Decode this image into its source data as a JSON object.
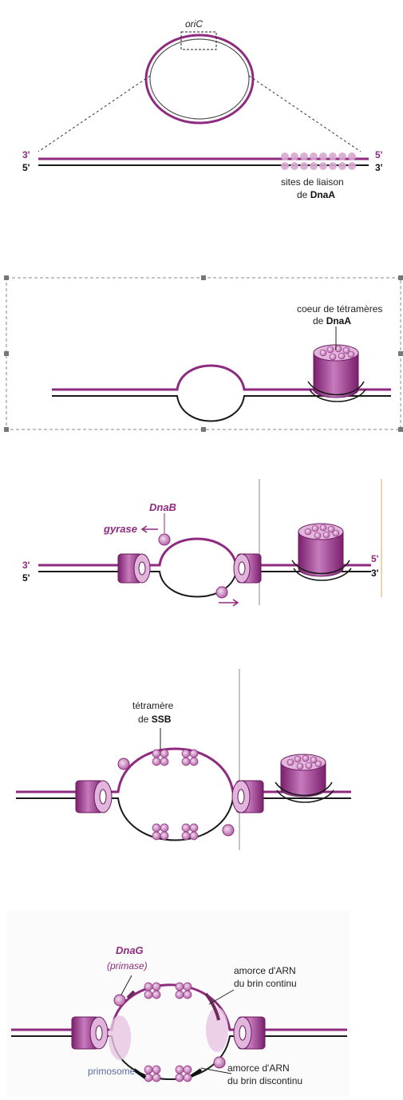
{
  "colors": {
    "purple": "#8e2a7f",
    "purple_light": "#d9a7d1",
    "dark": "#1a1a1a",
    "frame": "#888888"
  },
  "panel1": {
    "origin_label": "oriC",
    "left_top": "3'",
    "left_bottom": "5'",
    "right_top": "5'",
    "right_bottom": "3'",
    "sites_line1": "sites de liaison",
    "sites_line2_prefix": "de ",
    "sites_line2_bold": "DnaA"
  },
  "panel2": {
    "core_line1": "coeur de tétramères",
    "core_line2_prefix": "de ",
    "core_line2_bold": "DnaA"
  },
  "panel3": {
    "dnab": "DnaB",
    "gyrase": "gyrase",
    "left_top": "3'",
    "left_bottom": "5'",
    "right_top": "5'",
    "right_bottom": "3'"
  },
  "panel4": {
    "ssb_line1": "tétramère",
    "ssb_line2_prefix": "de ",
    "ssb_line2_bold": "SSB"
  },
  "panel5": {
    "dnag": "DnaG",
    "primase": "(primase)",
    "amorce_top_1": "amorce d'ARN",
    "amorce_top_2": "du brin continu",
    "amorce_bottom_1": "amorce d'ARN",
    "amorce_bottom_2": "du brin discontinu",
    "primosome": "primosome"
  }
}
